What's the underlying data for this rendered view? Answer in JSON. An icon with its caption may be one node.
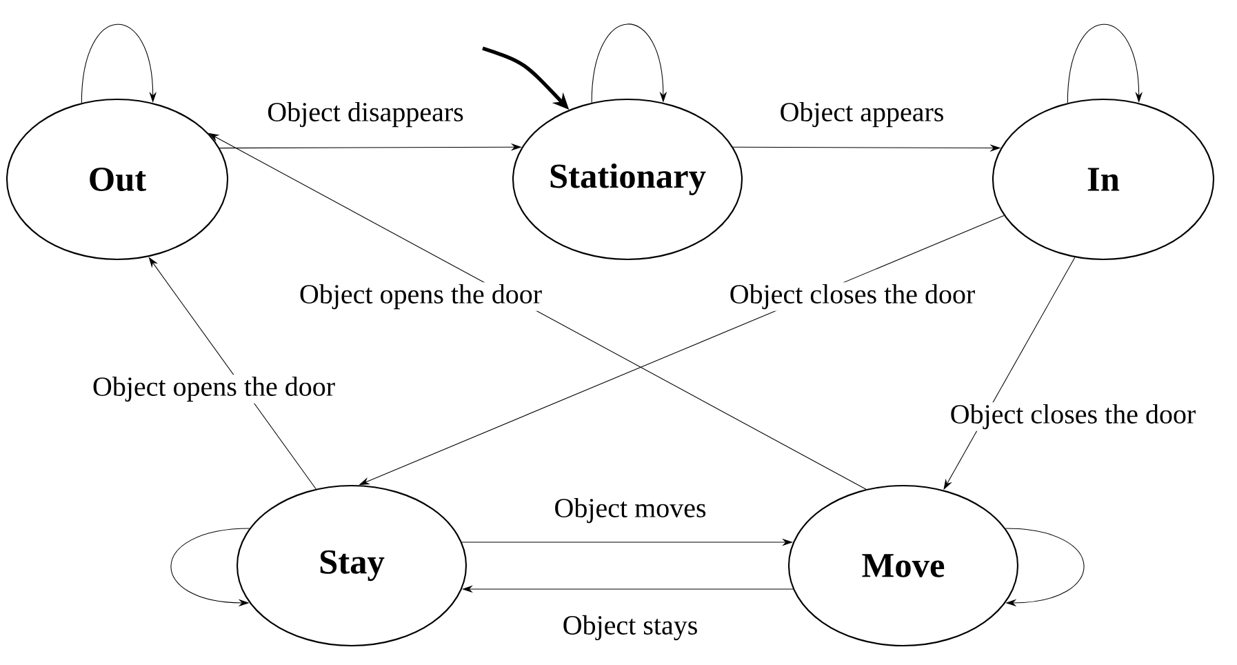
{
  "diagram": {
    "nodes": [
      {
        "text": [
          "Out"
        ]
      },
      {
        "text": [
          "Stationary"
        ]
      },
      {
        "text": [
          "In"
        ]
      },
      {
        "text": [
          "Stay"
        ]
      },
      {
        "text": [
          "Move"
        ]
      }
    ],
    "edges": [
      {
        "from": 0,
        "to": 0,
        "arrow": "to"
      },
      {
        "from": 0,
        "to": 1,
        "arrow": "to",
        "label": "Object disappears"
      },
      {
        "from": 1,
        "to": 1,
        "arrow": "to"
      },
      {
        "from": 1,
        "to": 2,
        "arrow": "to",
        "label": "Object appears"
      },
      {
        "from": 2,
        "to": 2,
        "arrow": "to"
      },
      {
        "from": null,
        "to": 1,
        "arrow": "to",
        "style": "thick"
      },
      {
        "from": 4,
        "to": 0,
        "arrow": "to",
        "label": "Object opens the door"
      },
      {
        "from": 2,
        "to": 3,
        "arrow": "to",
        "label": "Object closes the door"
      },
      {
        "from": 3,
        "to": 0,
        "arrow": "to",
        "label": "Object opens the door"
      },
      {
        "from": 2,
        "to": 4,
        "arrow": "to",
        "label": "Object closes the door"
      },
      {
        "from": 3,
        "to": 3,
        "arrow": "to"
      },
      {
        "from": 3,
        "to": 4,
        "arrow": "to",
        "label": "Object moves"
      },
      {
        "from": 4,
        "to": 3,
        "arrow": "to",
        "label": "Object stays"
      },
      {
        "from": 4,
        "to": 4,
        "arrow": "to"
      }
    ]
  }
}
